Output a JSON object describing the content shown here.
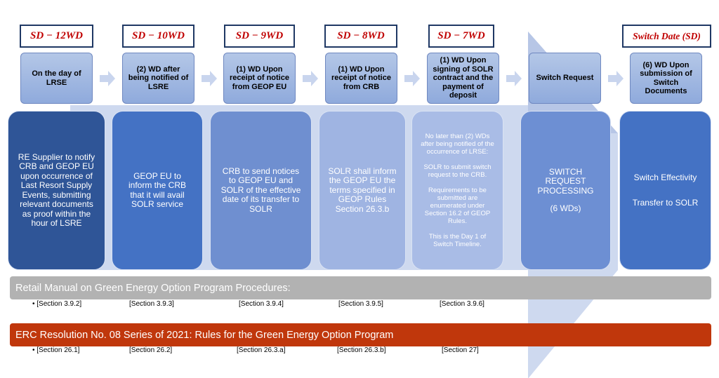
{
  "sd_labels": [
    "SD − 12WD",
    "SD − 10WD",
    "SD − 9WD",
    "SD − 8WD",
    "SD − 7WD",
    "Switch Date (SD)"
  ],
  "steps": [
    "On the day of LRSE",
    "(2) WD after being notified of LSRE",
    "(1) WD Upon receipt of notice from GEOP EU",
    "(1) WD Upon receipt of notice from CRB",
    "(1) WD Upon signing of SOLR contract and the payment of deposit",
    "Switch Request",
    "(6) WD Upon submission of Switch Documents"
  ],
  "details": {
    "d1": "RE Supplier to notify CRB and GEOP EU upon occurrence of Last Resort Supply Events, submitting relevant documents as proof within the hour of LSRE",
    "d2": "GEOP EU to inform the CRB that it will avail SOLR service",
    "d3": "CRB to send notices to GEOP EU and SOLR of the effective date of its transfer to SOLR",
    "d4": "SOLR shall inform the GEOP EU the terms specified in GEOP Rules Section 26.3.b",
    "d5": [
      "No later than (2) WDs after being notified of the occurrence of LRSE:",
      "SOLR to submit switch request to the CRB.",
      "Requirements to be submitted are enumerated under Section 16.2 of GEOP Rules.",
      "This is the Day 1 of Switch Timeline."
    ],
    "d6": [
      "SWITCH REQUEST PROCESSING",
      "(6 WDs)"
    ],
    "d7": [
      "Switch Effectivity",
      "Transfer to SOLR"
    ]
  },
  "retail_manual": {
    "title": "Retail Manual on Green Energy  Option Program Procedures:",
    "sections": [
      "• [Section 3.9.2]",
      "[Section 3.9.3]",
      "[Section 3.9.4]",
      "[Section 3.9.5]",
      "[Section 3.9.6]"
    ]
  },
  "erc_resolution": {
    "title": "ERC Resolution No. 08 Series of 2021: Rules for the Green Energy Option Program",
    "sections": [
      "• [Section 26.1]",
      "[Section 26.2]",
      "[Section 26.3.a]",
      "[Section 26.3.b]",
      "[Section 27]"
    ]
  },
  "colors": {
    "detail_1": "#2f5597",
    "detail_2": "#4472c4",
    "detail_3": "#6f8fd0",
    "detail_4": "#9fb4e2",
    "detail_5": "#a9bce6",
    "detail_6": "#6d8fd3",
    "detail_7": "#4472c4",
    "band": "#c5d2ec",
    "grey_bar": "#b2b2b2",
    "red_bar": "#c0370c"
  },
  "icons": {
    "chevron": "right-chevron-arrow-icon"
  }
}
